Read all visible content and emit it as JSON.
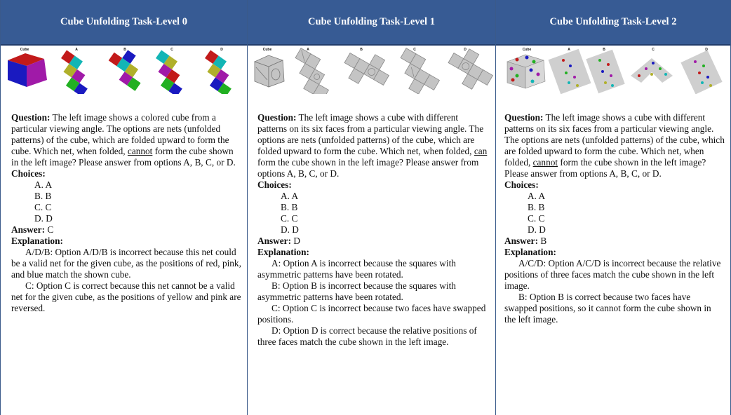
{
  "panels": [
    {
      "title": "Cube Unfolding Task-Level 0",
      "fig_labels": [
        "Cube",
        "A",
        "B",
        "C",
        "D"
      ],
      "question_label": "Question:",
      "question_pre": "The left image shows a colored cube from a particular viewing angle. The options are nets (unfolded patterns) of the cube, which are folded upward to form the cube. Which net, when folded,",
      "question_key": "cannot",
      "question_post": "form the cube shown in the left image? Please answer from options A, B, C, or D.",
      "choices_label": "Choices:",
      "choices": [
        "A. A",
        "B. B",
        "C. C",
        "D. D"
      ],
      "answer_label": "Answer:",
      "answer": "C",
      "explanation_label": "Explanation:",
      "explanations": [
        "A/D/B: Option A/D/B is incorrect because this net could be a valid net for the given cube, as the positions of red, pink, and blue match the shown cube.",
        "C: Option C is correct because this net cannot be a valid net for the given cube, as the positions of yellow and pink are reversed."
      ]
    },
    {
      "title": "Cube Unfolding Task-Level 1",
      "fig_labels": [
        "Cube",
        "A",
        "B",
        "C",
        "D"
      ],
      "question_label": "Question:",
      "question_pre": "The left image shows a cube with different patterns on its six faces from a particular viewing angle. The options are nets (unfolded patterns) of the cube, which are folded upward to form the cube. Which net, when folded,",
      "question_key": "can",
      "question_post": "form the cube shown in the left image? Please answer from options A, B, C, or D.",
      "choices_label": "Choices:",
      "choices": [
        "A. A",
        "B. B",
        "C. C",
        "D. D"
      ],
      "answer_label": "Answer:",
      "answer": "D",
      "explanation_label": "Explanation:",
      "explanations": [
        "A: Option A is incorrect because the squares with asymmetric patterns have been rotated.",
        "B: Option B is incorrect because the squares with asymmetric patterns have been rotated.",
        "C: Option C is incorrect because two faces have swapped positions.",
        "D: Option D is correct because the relative positions of three faces match the cube shown in the left image."
      ]
    },
    {
      "title": "Cube Unfolding Task-Level 2",
      "fig_labels": [
        "Cube",
        "A",
        "B",
        "C",
        "D"
      ],
      "question_label": "Question:",
      "question_pre": "The left image shows a cube with different patterns on its six faces from a particular viewing angle. The options are nets (unfolded patterns) of the cube, which are folded upward to form the cube. Which net, when folded,",
      "question_key": "cannot",
      "question_post": "form the cube shown in the left image? Please answer from options A, B, C, or D.",
      "choices_label": "Choices:",
      "choices": [
        "A. A",
        "B. B",
        "C. C",
        "D. D"
      ],
      "answer_label": "Answer:",
      "answer": "B",
      "explanation_label": "Explanation:",
      "explanations": [
        "A/C/D: Option A/C/D is incorrect because the relative positions of three faces match the cube shown in the left image.",
        "B: Option B is correct because two faces have swapped positions, so it cannot form the cube shown in the left image."
      ]
    }
  ]
}
